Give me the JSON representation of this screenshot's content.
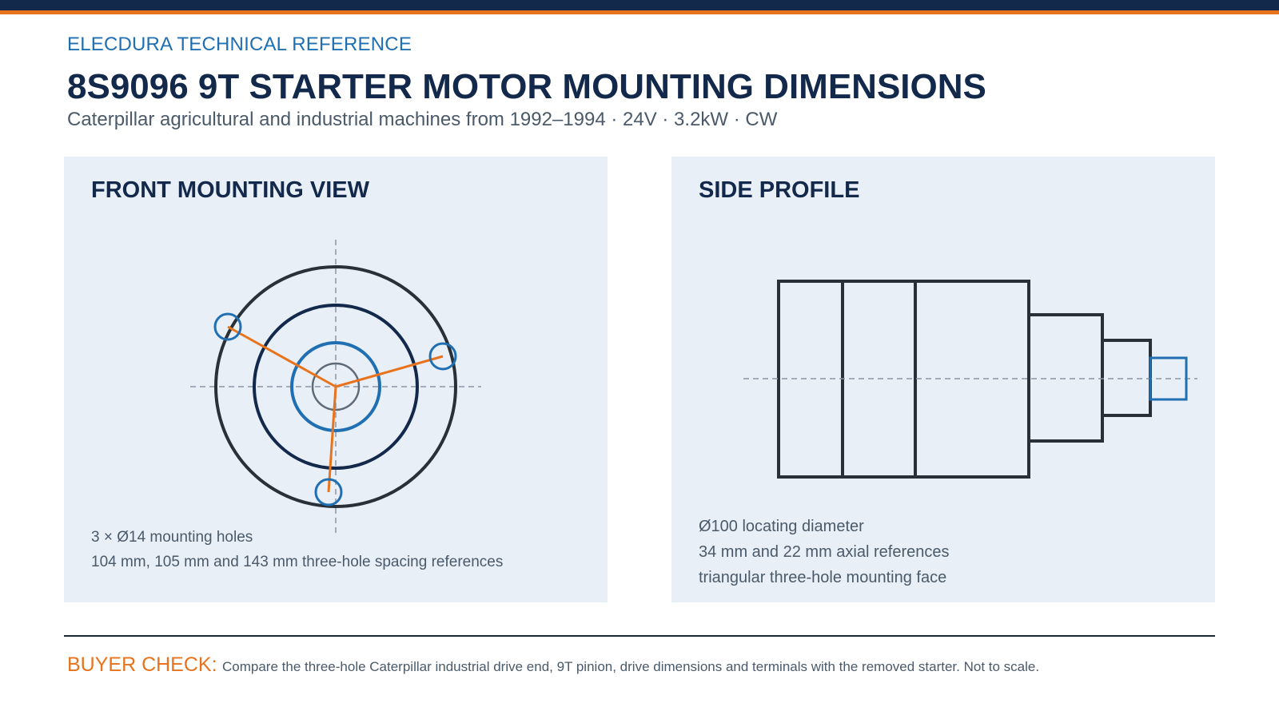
{
  "brand": "ELECDURA TECHNICAL REFERENCE",
  "title": "8S9096 9T STARTER MOTOR MOUNTING DIMENSIONS",
  "subtitle": "Caterpillar agricultural and industrial machines from 1992–1994 · 24V · 3.2kW · CW",
  "front_panel": {
    "title": "FRONT MOUNTING VIEW",
    "notes": [
      "3 × Ø14 mounting holes",
      "104 mm, 105 mm and 143 mm three-hole spacing references"
    ]
  },
  "side_panel": {
    "title": "SIDE PROFILE",
    "notes": [
      "Ø100 locating diameter",
      "34 mm and 22 mm axial references",
      "triangular three-hole mounting face"
    ]
  },
  "footer": {
    "label": "BUYER CHECK:",
    "text": "Compare the three-hole Caterpillar industrial drive end, 9T pinion, drive dimensions and terminals with the removed starter. Not to scale."
  },
  "colors": {
    "navy": "#13294b",
    "orange": "#e8731c",
    "blue": "#1f6fb2",
    "panel": "#e8eff6",
    "outline": "#2a3038"
  }
}
